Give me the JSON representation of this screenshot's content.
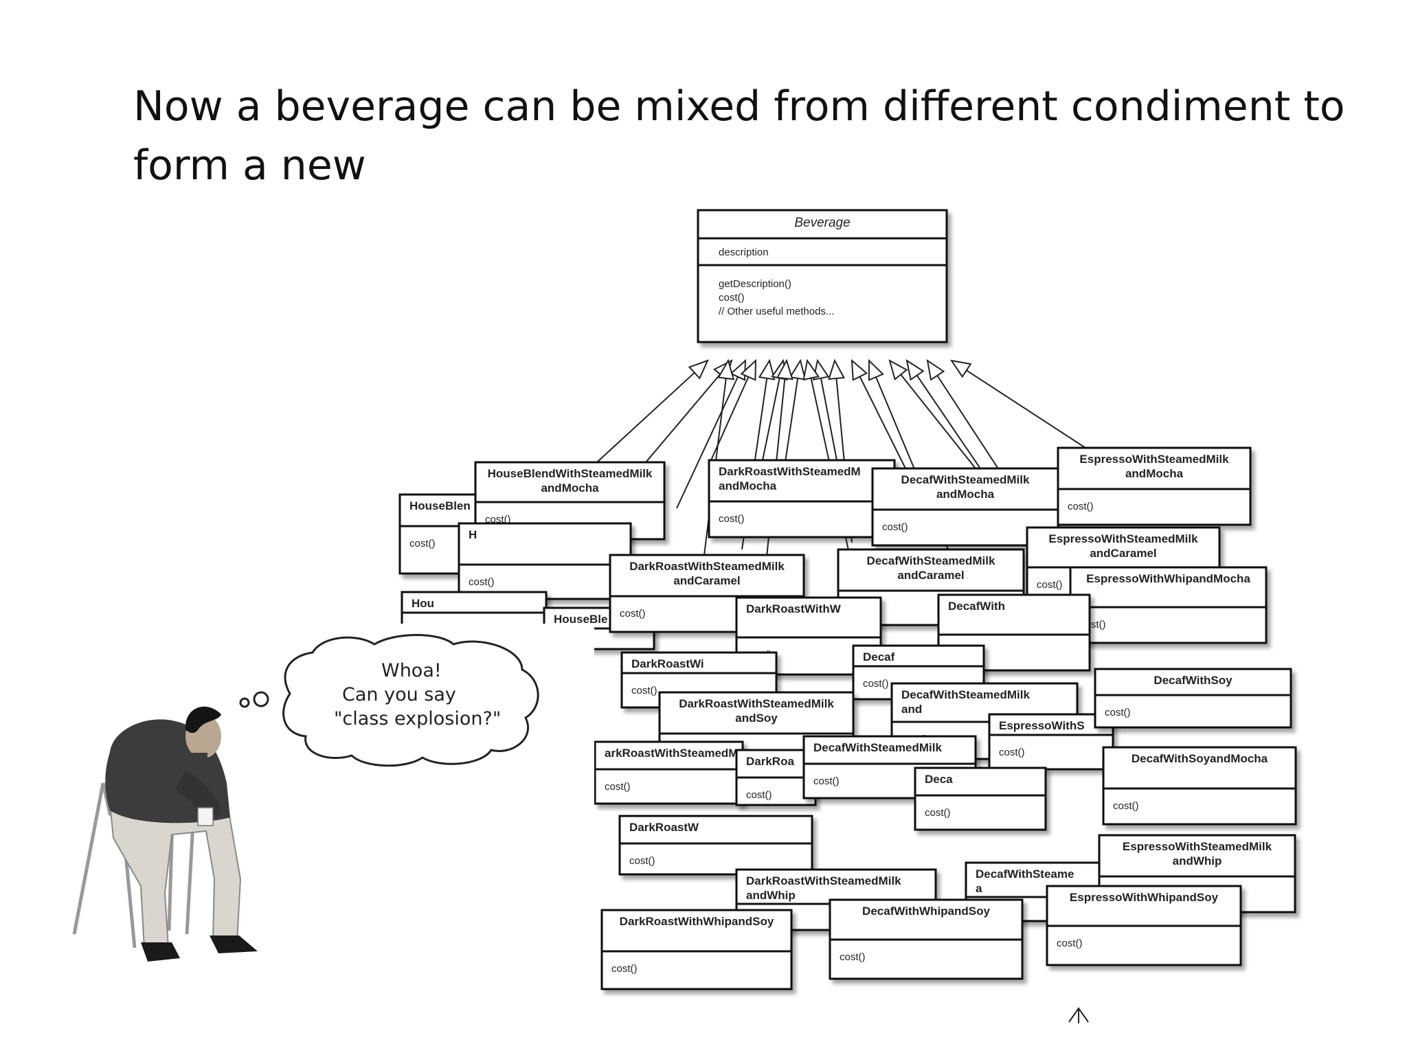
{
  "slide": {
    "title": "Now a beverage can be mixed from different condiment to form a new"
  },
  "beverage": {
    "name": "Beverage",
    "field": "description",
    "methods": [
      "getDescription()",
      "cost()",
      "",
      "// Other useful methods..."
    ]
  },
  "method_label": "cost()",
  "classes": [
    {
      "lines": [
        "HouseBlen"
      ],
      "clipped": true
    },
    {
      "lines": [
        "HouseBlendWithSteamedMilk",
        "andMocha"
      ]
    },
    {
      "lines": [
        "DarkRoastWithSteamedM",
        "andMocha"
      ],
      "clipped": true
    },
    {
      "lines": [
        "DecafWithSteamedMilk",
        "andMocha"
      ]
    },
    {
      "lines": [
        "EspressoWithSteamedMilk",
        "andMocha"
      ]
    },
    {
      "lines": [
        "H"
      ],
      "clipped": true
    },
    {
      "lines": [
        "Hou"
      ],
      "clipped": true
    },
    {
      "lines": [
        "HouseBle"
      ],
      "clipped": true
    },
    {
      "lines": [
        "DarkRoastWithSteamedMilk",
        "andCaramel"
      ]
    },
    {
      "lines": [
        "DecafWithSteamedMilk",
        "andCaramel"
      ]
    },
    {
      "lines": [
        "EspressoWithSteamedMilk",
        "andCaramel"
      ]
    },
    {
      "lines": [
        "EspressoWithWhipandMocha"
      ]
    },
    {
      "lines": [
        "DarkRoastWithW"
      ],
      "clipped": true
    },
    {
      "lines": [
        "DecafWith"
      ],
      "clipped": true
    },
    {
      "lines": [
        "DarkRoastWi"
      ],
      "clipped": true
    },
    {
      "lines": [
        "Decaf"
      ],
      "clipped": true
    },
    {
      "lines": [
        "DarkRoastWithSteamedMilk",
        "andSoy"
      ]
    },
    {
      "lines": [
        "DecafWithSteamedMilk",
        "and"
      ],
      "clipped": true
    },
    {
      "lines": [
        "EspressoWithS"
      ],
      "clipped": true
    },
    {
      "lines": [
        "DecafWithSoy"
      ]
    },
    {
      "lines": [
        "arkRoastWithSteamedM"
      ],
      "clipped": true
    },
    {
      "lines": [
        "DarkRoa"
      ],
      "clipped": true
    },
    {
      "lines": [
        "DecafWithSteamedMilk"
      ],
      "clipped": true
    },
    {
      "lines": [
        "Deca"
      ],
      "clipped": true
    },
    {
      "lines": [
        "DecafWithSoyandMocha"
      ]
    },
    {
      "lines": [
        "DarkRoastW"
      ],
      "clipped": true
    },
    {
      "lines": [
        "DarkRoastWithSteamedMilk",
        "andWhip"
      ],
      "clipped": true
    },
    {
      "lines": [
        "DecafWithSteame",
        "a"
      ],
      "clipped": true
    },
    {
      "lines": [
        "EspressoWithSteamedMilk",
        "andWhip"
      ]
    },
    {
      "lines": [
        "DarkRoastWithWhipandSoy"
      ]
    },
    {
      "lines": [
        "DecafWithWhipandSoy"
      ]
    },
    {
      "lines": [
        "EspressoWithWhipandSoy"
      ]
    }
  ],
  "thought_bubble": {
    "lines": [
      "Whoa!",
      "Can you say",
      "\"class explosion?\""
    ]
  }
}
